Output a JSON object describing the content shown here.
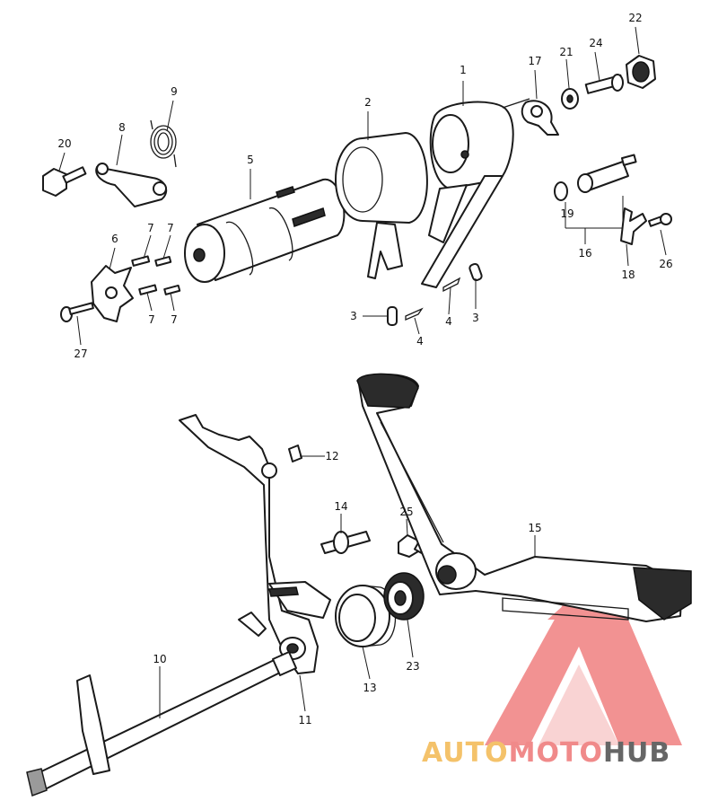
{
  "callouts": [
    "1",
    "2",
    "3",
    "3",
    "4",
    "4",
    "5",
    "6",
    "7",
    "7",
    "7",
    "7",
    "8",
    "9",
    "10",
    "11",
    "12",
    "13",
    "14",
    "15",
    "16",
    "17",
    "18",
    "19",
    "20",
    "21",
    "22",
    "23",
    "24",
    "25",
    "26",
    "27"
  ],
  "watermark": {
    "part1": "AUTO",
    "part2": "MOTO",
    "part3": "HUB",
    "colors": {
      "auto": "#f4c26a",
      "moto": "#f08a8a",
      "hub": "#666666",
      "logo": "#f08080"
    }
  }
}
